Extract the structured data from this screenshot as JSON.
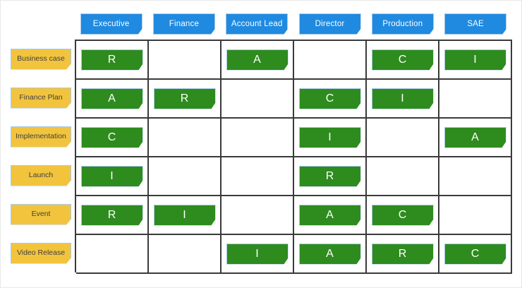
{
  "matrix": {
    "columns": [
      {
        "label": "Executive"
      },
      {
        "label": "Finance"
      },
      {
        "label": "Account Lead"
      },
      {
        "label": "Director"
      },
      {
        "label": "Production"
      },
      {
        "label": "SAE"
      }
    ],
    "rows": [
      {
        "label": "Business case",
        "cells": [
          "R",
          "",
          "A",
          "",
          "C",
          "I"
        ]
      },
      {
        "label": "Finance Plan",
        "cells": [
          "A",
          "R",
          "",
          "C",
          "I",
          ""
        ]
      },
      {
        "label": "Implementation",
        "cells": [
          "C",
          "",
          "",
          "I",
          "",
          "A"
        ]
      },
      {
        "label": "Launch",
        "cells": [
          "I",
          "",
          "",
          "R",
          "",
          ""
        ]
      },
      {
        "label": "Event",
        "cells": [
          "R",
          "I",
          "",
          "A",
          "C",
          ""
        ]
      },
      {
        "label": "Video Release",
        "cells": [
          "",
          "",
          "I",
          "A",
          "R",
          "C"
        ]
      }
    ]
  },
  "colors": {
    "header_chip": "#1f8ae0",
    "row_chip": "#f2c43d",
    "value_chip": "#2e8b1e",
    "chip_border": "#a9c9e8",
    "grid_line": "#3a3a3a",
    "background": "#ffffff"
  }
}
